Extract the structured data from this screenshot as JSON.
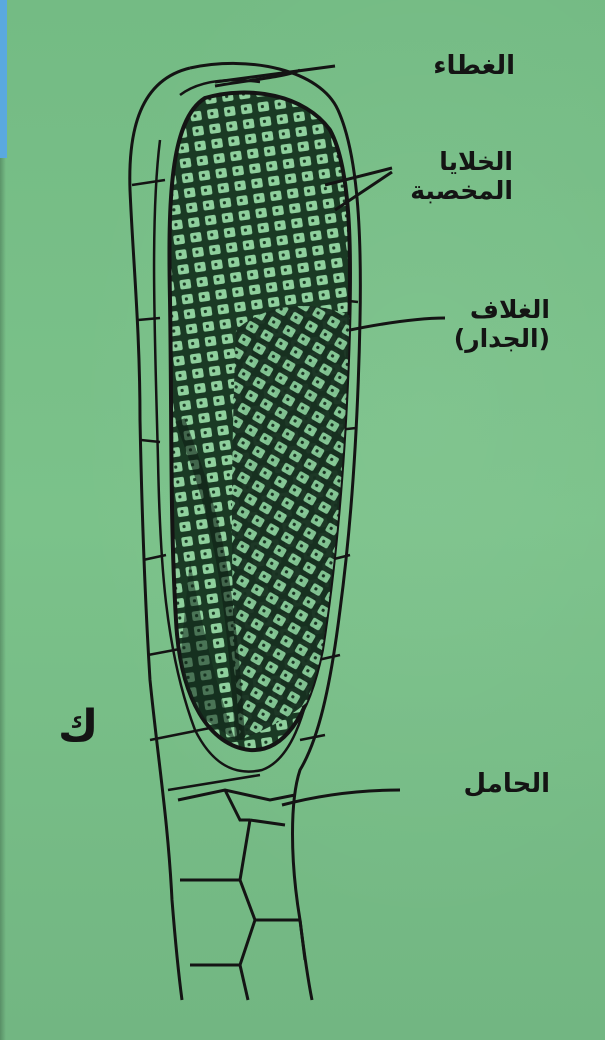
{
  "diagram": {
    "figure_letter": "ك",
    "labels": {
      "lid": "الغطاء",
      "sperm_cells_line1": "الخلايا",
      "sperm_cells_line2": "المخصبة",
      "sheath_line1": "الغلاف",
      "sheath_line2": "(الجدار)",
      "stalk": "الحامل"
    },
    "colors": {
      "background": "#79bd88",
      "ink": "#141414",
      "edge_strip": "#5aa9df"
    }
  }
}
